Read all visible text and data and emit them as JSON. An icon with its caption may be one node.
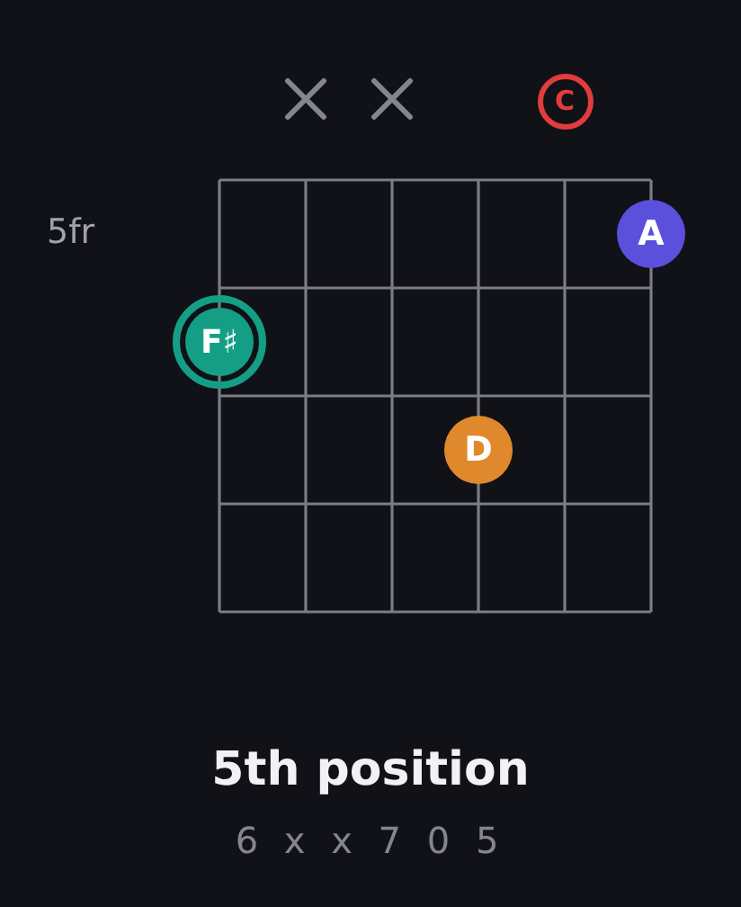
{
  "diagram": {
    "title": "5th position",
    "caption": "6 x x 7 0 5",
    "nodes": [
      {
        "text": [],
        "shape": "cross"
      },
      {
        "text": [],
        "shape": "cross"
      },
      {
        "text": [
          "C"
        ]
      },
      {
        "text": [
          "A"
        ]
      },
      {
        "text": [
          "F♯"
        ]
      },
      {
        "text": [
          "D"
        ]
      }
    ],
    "labels": [
      "5fr"
    ]
  }
}
